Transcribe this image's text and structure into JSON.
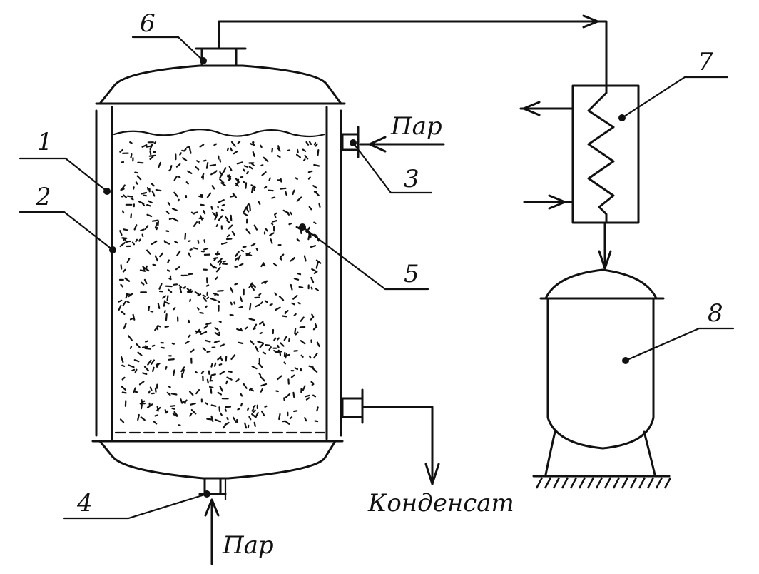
{
  "labels": {
    "n1": "1",
    "n2": "2",
    "n3": "3",
    "n4": "4",
    "n5": "5",
    "n6": "6",
    "n7": "7",
    "n8": "8",
    "steam_top": "Пар",
    "steam_bottom": "Пар",
    "condensate": "Конденсат"
  },
  "colors": {
    "ink": "#111111",
    "background": "#ffffff"
  }
}
